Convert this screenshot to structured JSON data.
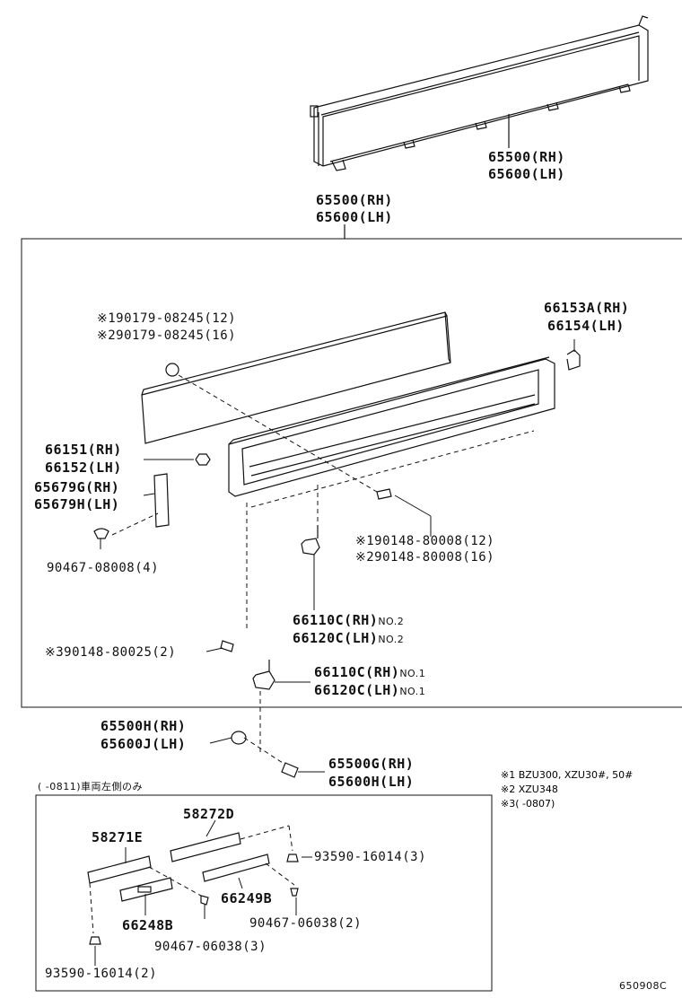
{
  "labels": {
    "top_part_rh": "65500(RH)",
    "top_part_lh": "65600(LH)",
    "box_part_rh": "65500(RH)",
    "box_part_lh": "65600(LH)",
    "bolt1": "※190179-08245(12)",
    "bolt2": "※290179-08245(16)",
    "bracket_rh": "66153A(RH)",
    "bracket_lh": "66154(LH)",
    "hinge_rh": "66151(RH)",
    "hinge_lh": "66152(LH)",
    "plate_rh": "65679G(RH)",
    "plate_lh": "65679H(LH)",
    "screw": "90467-08008(4)",
    "rivet1": "※190148-80008(12)",
    "rivet2": "※290148-80008(16)",
    "hook2_rh": "66110C(RH)",
    "hook2_lh": "66120C(LH)",
    "no2": "NO.2",
    "rivet3": "※390148-80025(2)",
    "hook1_rh": "66110C(RH)",
    "hook1_lh": "66120C(LH)",
    "no1": "NO.1",
    "cap_rh": "65500H(RH)",
    "cap_lh": "65600J(LH)",
    "pin_rh": "65500G(RH)",
    "pin_lh": "65600H(LH)",
    "sub_header": "(  -0811)車両左側のみ",
    "p58272d": "58272D",
    "p58271e": "58271E",
    "clip_a": "93590-16014(3)",
    "p66249b": "66249B",
    "screw_a": "90467-06038(2)",
    "p66248b": "66248B",
    "screw_b": "90467-06038(3)",
    "clip_b": "93590-16014(2)",
    "code": "650908C"
  },
  "notes": [
    "※1 BZU300, XZU30#, 50#",
    "※2 XZU348",
    "※3(     -0807)"
  ]
}
